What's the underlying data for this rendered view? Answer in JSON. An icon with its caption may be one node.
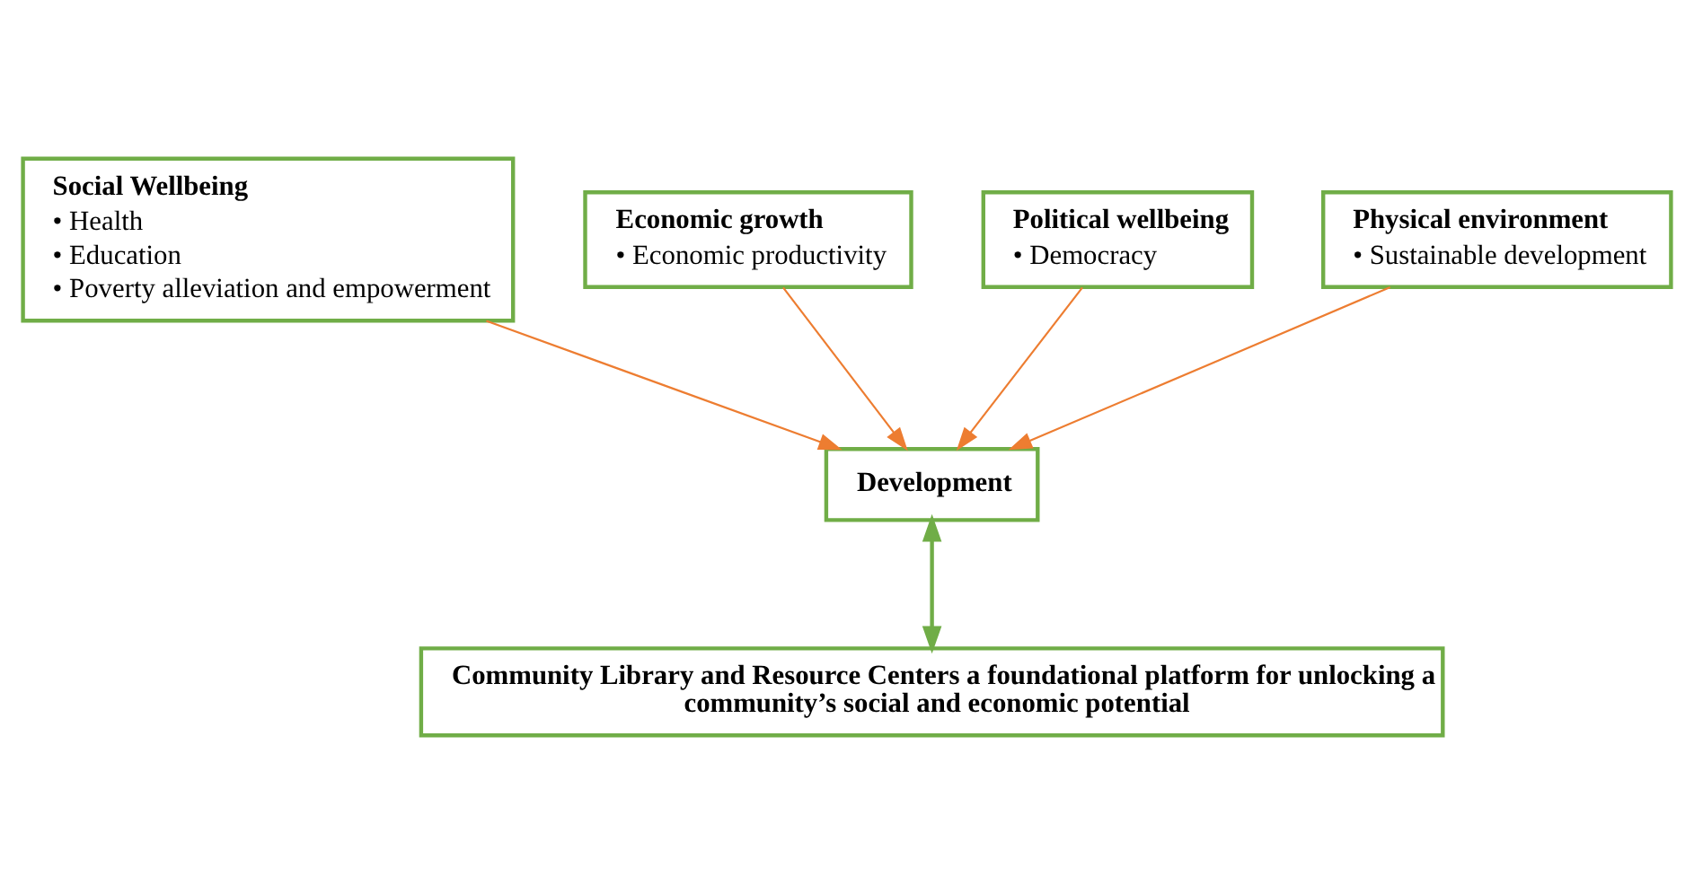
{
  "diagram": {
    "nodes": [
      {
        "text": [
          "Social Wellbeing",
          "• Health",
          "• Education",
          "• Poverty alleviation and empowerment"
        ]
      },
      {
        "text": [
          "Economic growth",
          "• Economic productivity"
        ]
      },
      {
        "text": [
          "Political wellbeing",
          "• Democracy"
        ]
      },
      {
        "text": [
          "Physical environment",
          "• Sustainable development"
        ]
      },
      {
        "text": [
          "Development"
        ]
      },
      {
        "text": [
          "Community Library and Resource Centers a foundational platform for unlocking a community’s social and economic potential"
        ]
      }
    ],
    "edges": [
      {
        "from": 0,
        "to": 4,
        "arrow": "to"
      },
      {
        "from": 1,
        "to": 4,
        "arrow": "to"
      },
      {
        "from": 2,
        "to": 4,
        "arrow": "to"
      },
      {
        "from": 3,
        "to": 4,
        "arrow": "to"
      },
      {
        "from": 4,
        "to": 5,
        "arrow": "both",
        "color": "#70ad47"
      }
    ]
  }
}
